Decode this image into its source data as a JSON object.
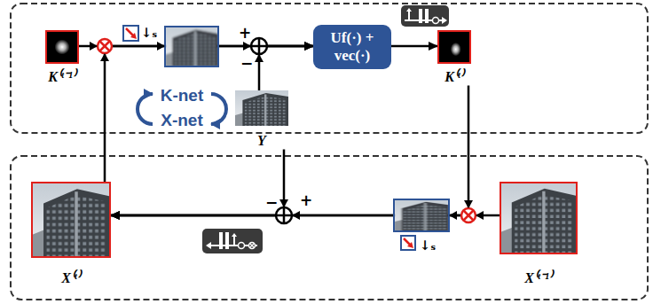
{
  "diagram": {
    "nodes": [
      {
        "text": [
          "K⁽ᵗ⁻¹⁾"
        ]
      },
      {
        "text": [
          "Uf(·) + vec(·)"
        ]
      },
      {
        "text": [
          "K⁽ᵗ⁾"
        ]
      },
      {
        "text": [
          "Y"
        ]
      },
      {
        "text": [
          "X⁽ᵗ⁾"
        ]
      },
      {
        "text": [
          "X⁽ᵗ⁻¹⁾"
        ]
      }
    ],
    "edges": [
      {
        "from": 0,
        "to": 1,
        "arrow": "to"
      },
      {
        "from": 3,
        "to": 1,
        "arrow": "to"
      },
      {
        "from": 4,
        "to": 1,
        "arrow": "to"
      },
      {
        "from": 1,
        "to": 2,
        "arrow": "to"
      },
      {
        "from": 2,
        "to": 4,
        "arrow": "to"
      },
      {
        "from": 5,
        "to": 4,
        "arrow": "to"
      },
      {
        "from": 3,
        "to": 4,
        "arrow": "to"
      }
    ],
    "labels": [
      "↓ₛ",
      "+",
      "−",
      "K-net",
      "X-net",
      "−",
      "+",
      "↓ₛ"
    ]
  }
}
